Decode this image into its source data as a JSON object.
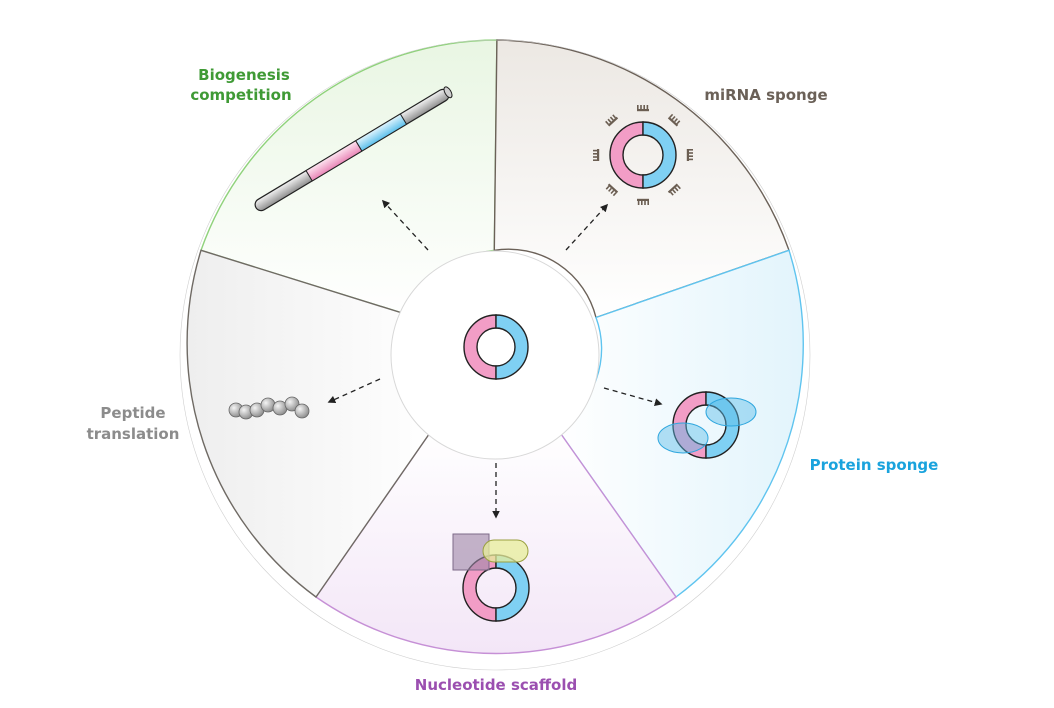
{
  "labels": {
    "biogenesis_line1": "Biogenesis",
    "biogenesis_line2": "competition",
    "mirna": "miRNA sponge",
    "protein": "Protein sponge",
    "nucleotide": "Nucleotide scaffold",
    "peptide_line1": "Peptide",
    "peptide_line2": "translation"
  },
  "colors": {
    "biogenesis": "#3f9a35",
    "mirna": "#6b6158",
    "protein": "#1aa3dd",
    "nucleotide": "#9b4fb0",
    "peptide": "#8c8c8c",
    "circ_pink": "#f29dc6",
    "circ_blue": "#7fd0f3"
  },
  "icons": {
    "center": "circrna-ring-icon",
    "biogenesis": "linear-rna-rod-icon",
    "mirna": "ring-with-mirnas-icon",
    "protein": "ring-with-proteins-icon",
    "nucleotide": "ring-with-complex-icon",
    "peptide": "peptide-chain-icon"
  }
}
